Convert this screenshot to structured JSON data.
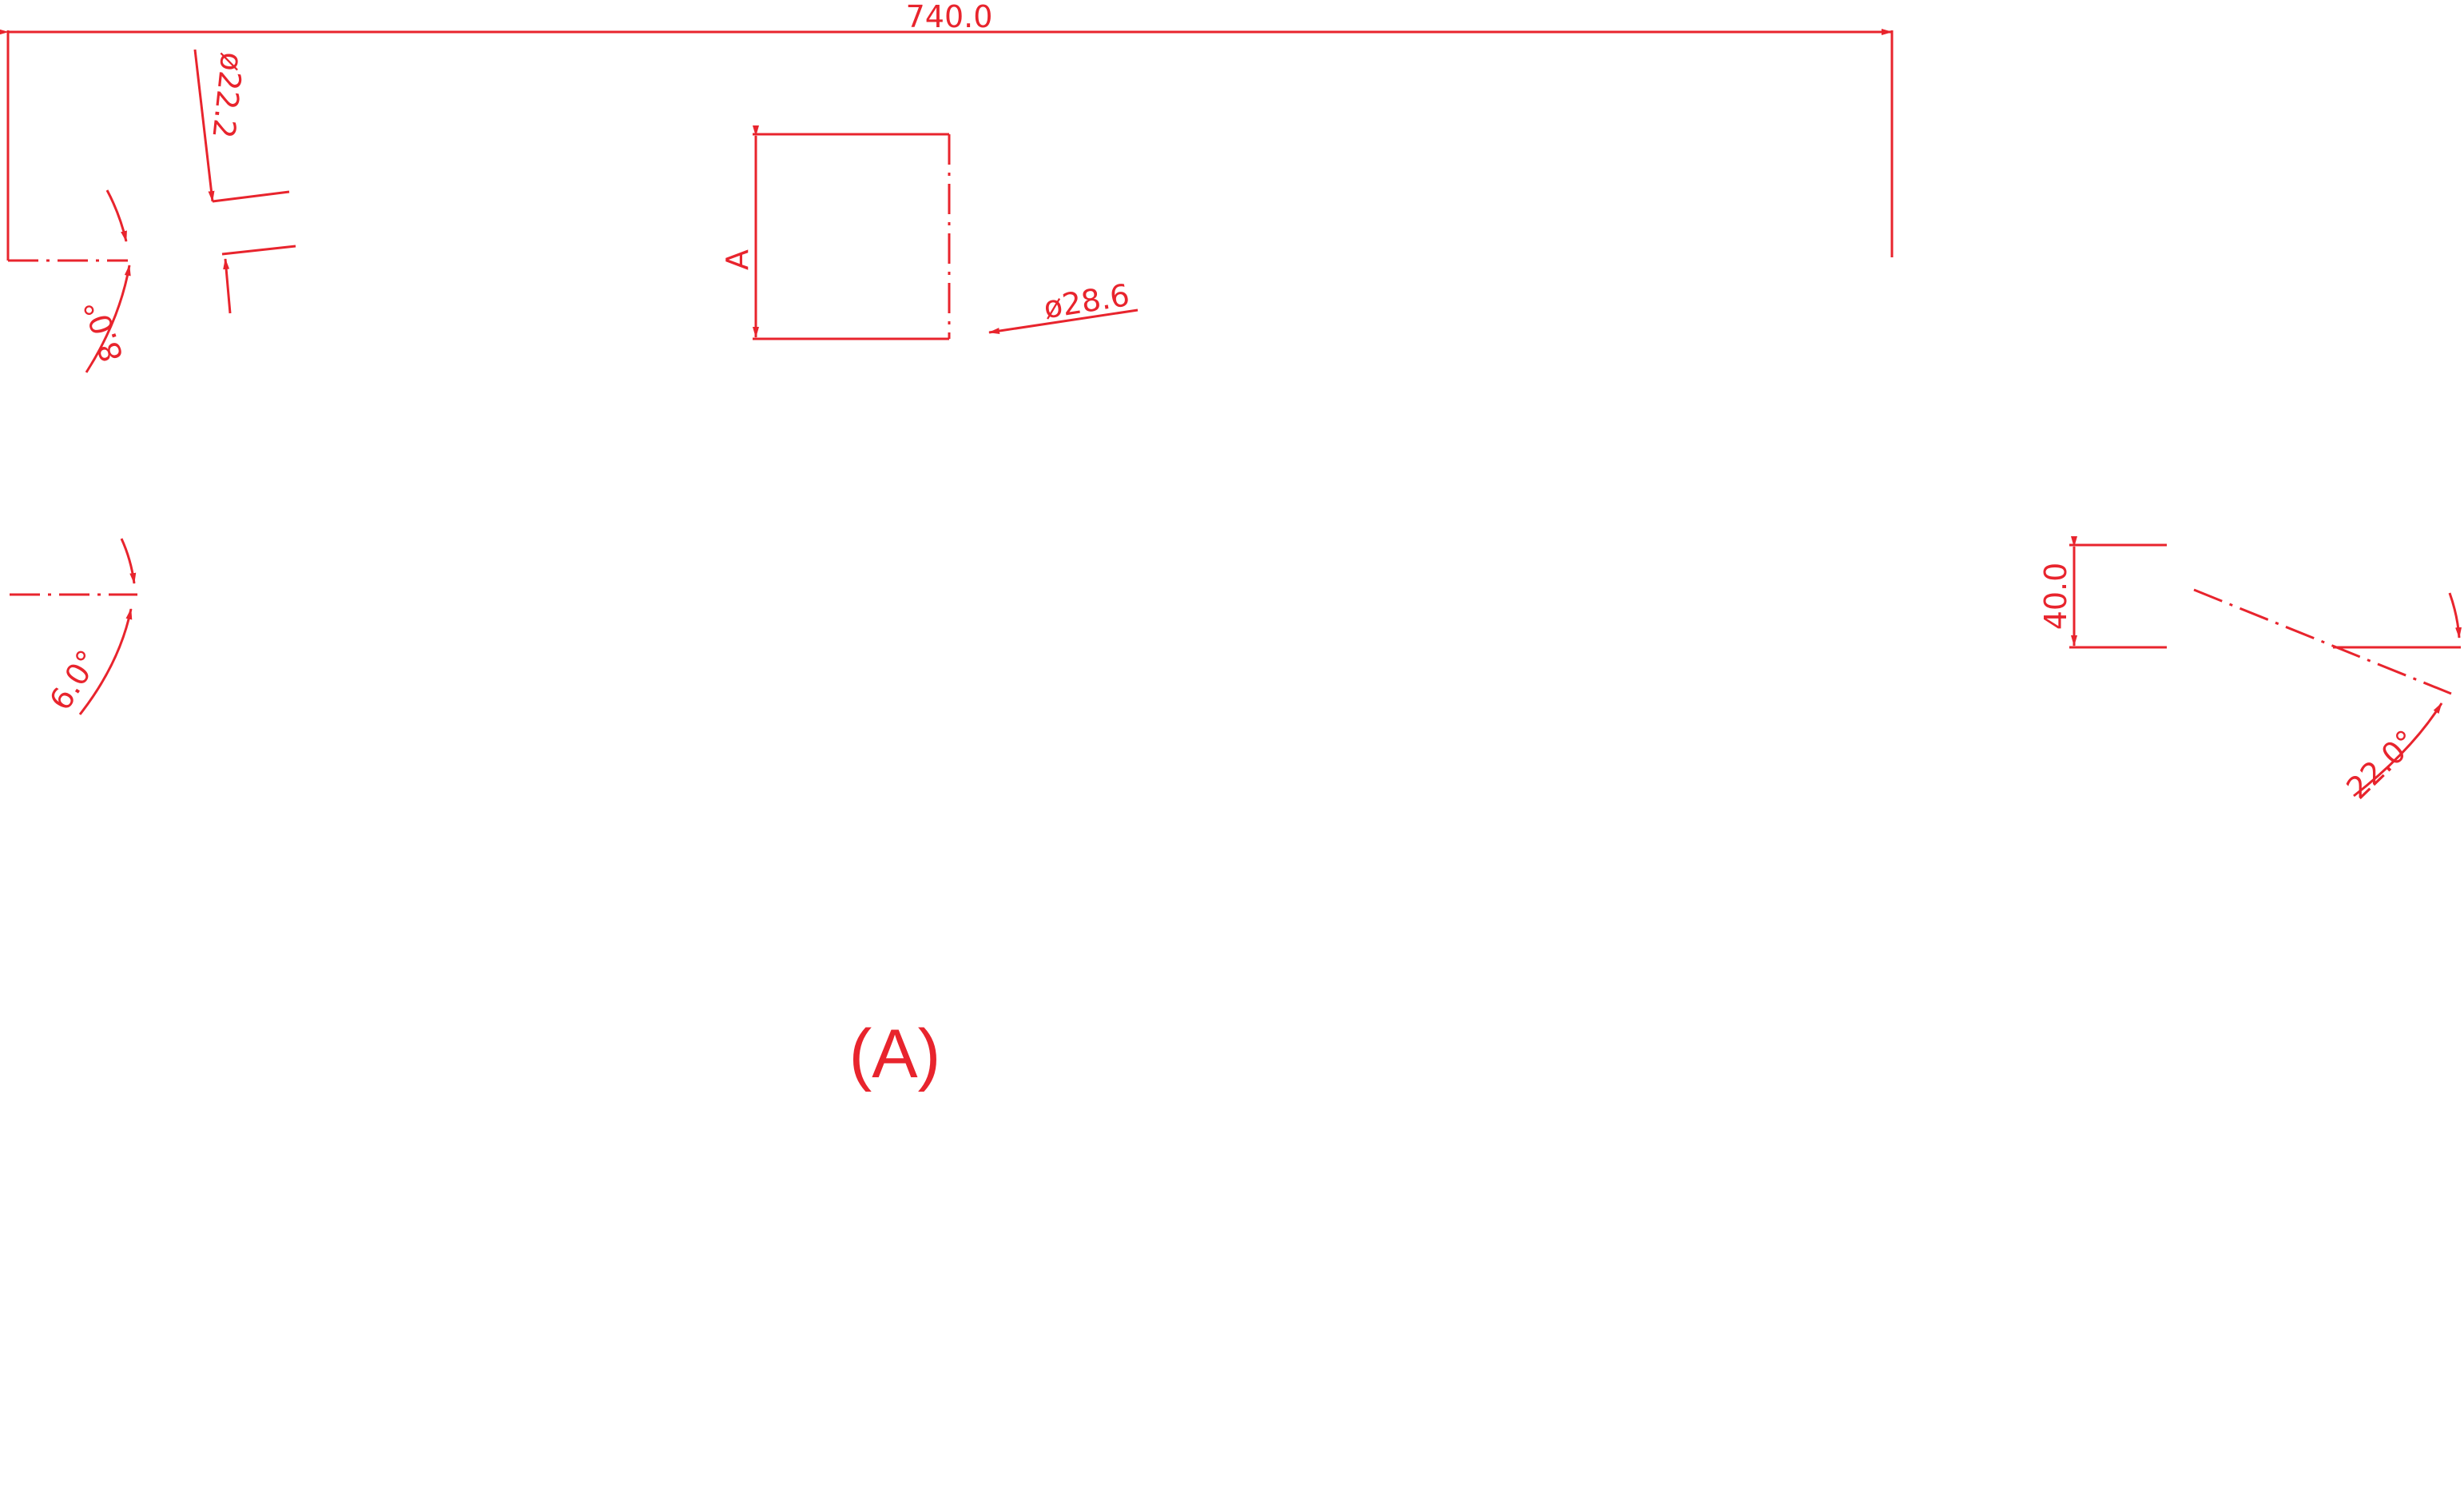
{
  "drawing": {
    "line_color": "#e8242d",
    "title": "(A)",
    "section_label": "A",
    "dimensions": {
      "overall_length": "740.0",
      "tube_diameter_small": "ø22.2",
      "tube_diameter_large": "ø28.6",
      "angle_left_top": "8.0°",
      "angle_left_bottom": "6.0°",
      "offset_right": "40.0",
      "angle_right": "22.0°"
    }
  }
}
